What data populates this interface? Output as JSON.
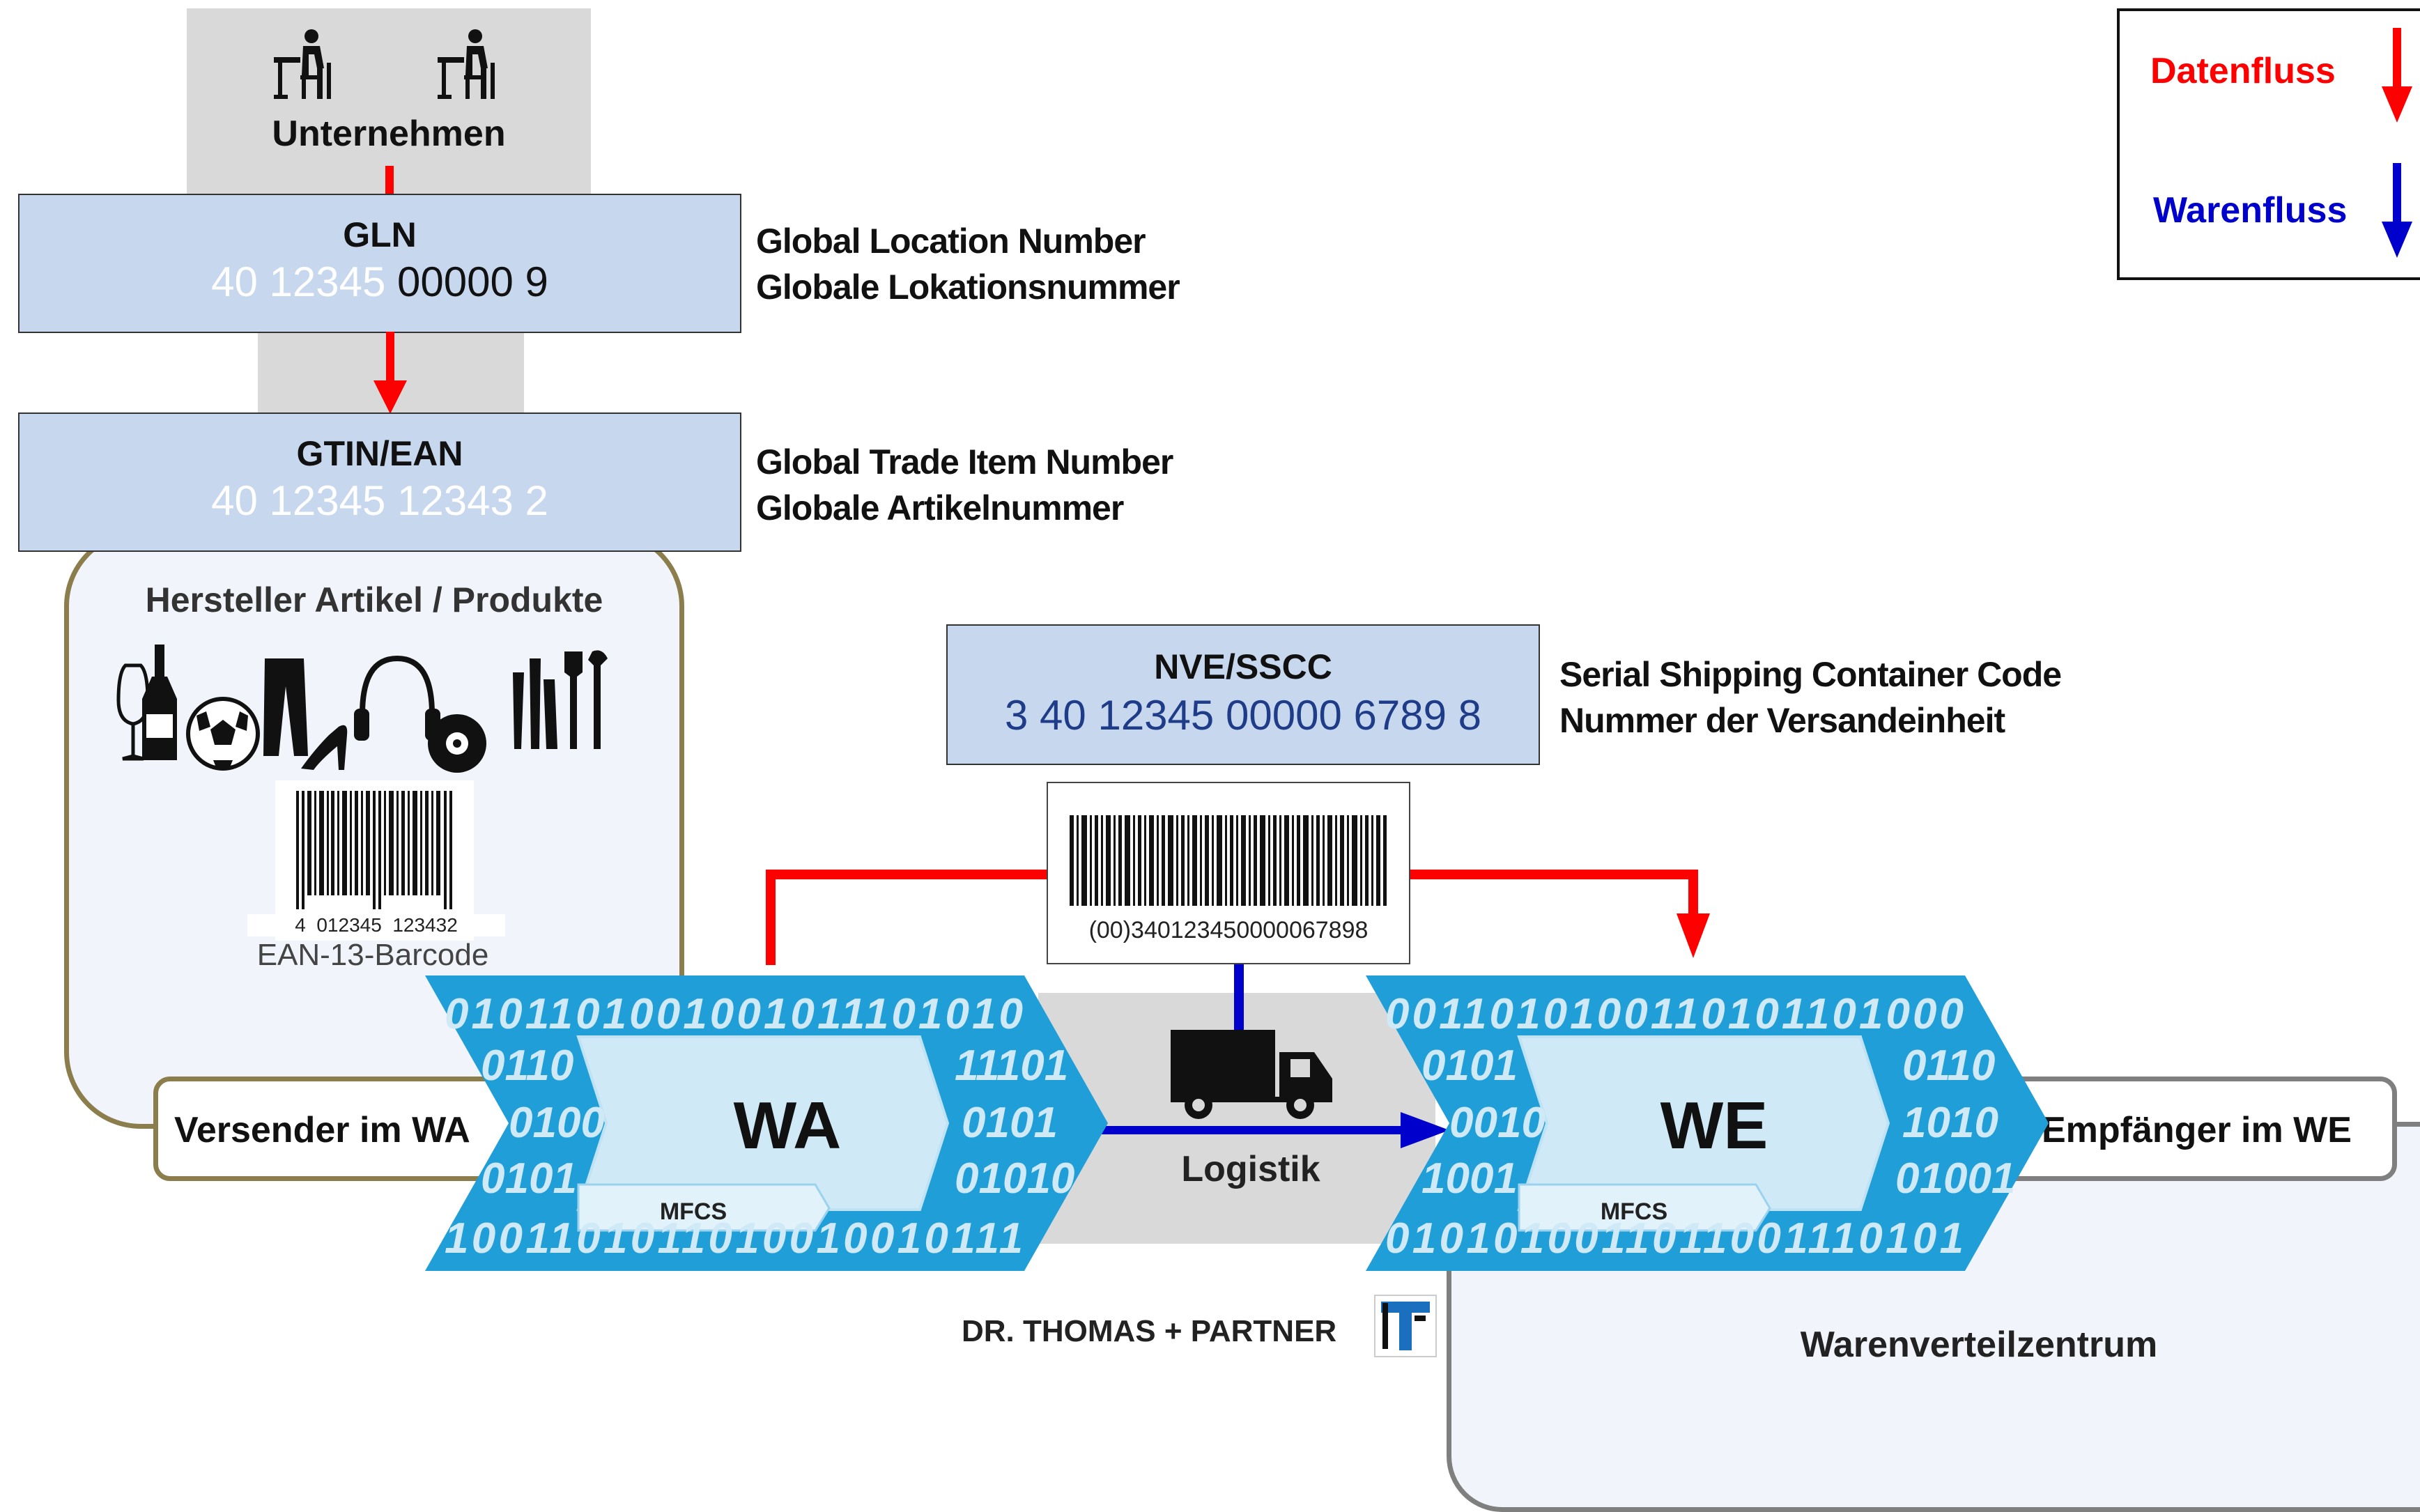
{
  "company": {
    "label": "Unternehmen"
  },
  "gln": {
    "title": "GLN",
    "number_part1": "40 12345",
    "number_part2": "00000 9",
    "desc_en": "Global Location Number",
    "desc_de": "Globale Lokationsnummer"
  },
  "gtin": {
    "title": "GTIN/EAN",
    "number": "40 12345 12343 2",
    "desc_en": "Global Trade Item Number",
    "desc_de": "Globale Artikelnummer"
  },
  "products": {
    "title": "Hersteller Artikel / Produkte",
    "barcode_digits": "4  012345  123432",
    "barcode_label": "EAN-13-Barcode"
  },
  "sscc": {
    "title": "NVE/SSCC",
    "number": "3 40 12345 00000 6789 8",
    "desc_en": "Serial Shipping Container Code",
    "desc_de": "Nummer der Versandeinheit",
    "barcode_text": "(00)340123450000067898"
  },
  "legend": {
    "data_flow": "Datenfluss",
    "goods_flow": "Warenfluss",
    "data_color": "#ff0000",
    "goods_color": "#0000cc"
  },
  "sender": {
    "label": "Versender im WA"
  },
  "wa": {
    "label": "WA",
    "mfcs": "MFCS",
    "binary_top": "0101101001001011101010",
    "binary_mid1": "0110",
    "binary_mid1r": "11101",
    "binary_mid2": "0100",
    "binary_mid2r": "0101",
    "binary_mid3": "0101",
    "binary_mid3r": "01010",
    "binary_bottom": "1001101011010010010111"
  },
  "logistics": {
    "label": "Logistik"
  },
  "we": {
    "label": "WE",
    "mfcs": "MFCS",
    "binary_top": "0011010100110101101000",
    "binary_mid1": "0101",
    "binary_mid1r": "0110",
    "binary_mid2": "0010",
    "binary_mid2r": "1010",
    "binary_mid3": "1001",
    "binary_mid3r": "01001",
    "binary_bottom": "0101010011011001110101"
  },
  "receiver": {
    "label": "Empfänger im WE"
  },
  "distribution": {
    "label": "Warenverteilzentrum"
  },
  "credit": {
    "text": "DR. THOMAS + PARTNER",
    "logo_letter": "T"
  }
}
